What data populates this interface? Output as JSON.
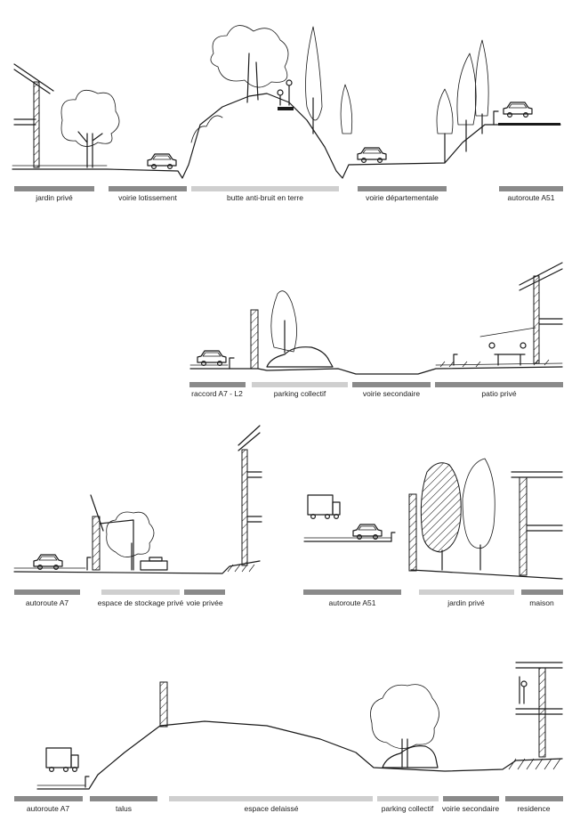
{
  "sections": [
    {
      "id": "section-1",
      "zones": [
        {
          "label": "jardin privé",
          "tone": "dark"
        },
        {
          "label": "voirie lotissement",
          "tone": "dark"
        },
        {
          "label": "butte anti-bruit en terre",
          "tone": "light"
        },
        {
          "label": "voirie départementale",
          "tone": "dark"
        },
        {
          "label": "autoroute A51",
          "tone": "dark"
        }
      ]
    },
    {
      "id": "section-2",
      "zones": [
        {
          "label": "raccord A7 - L2",
          "tone": "dark"
        },
        {
          "label": "parking collectif",
          "tone": "light"
        },
        {
          "label": "voirie secondaire",
          "tone": "dark"
        },
        {
          "label": "patio privé",
          "tone": "dark"
        }
      ]
    },
    {
      "id": "section-3",
      "zones": [
        {
          "label": "autoroute A7",
          "tone": "dark"
        },
        {
          "label": "espace de stockage privé",
          "tone": "light"
        },
        {
          "label": "voie privée",
          "tone": "dark"
        }
      ]
    },
    {
      "id": "section-4",
      "zones": [
        {
          "label": "autoroute A51",
          "tone": "dark"
        },
        {
          "label": "jardin privé",
          "tone": "light"
        },
        {
          "label": "maison",
          "tone": "dark"
        }
      ]
    },
    {
      "id": "section-5",
      "zones": [
        {
          "label": "autoroute A7",
          "tone": "dark"
        },
        {
          "label": "talus",
          "tone": "dark"
        },
        {
          "label": "espace delaissé",
          "tone": "light"
        },
        {
          "label": "parking collectif",
          "tone": "light"
        },
        {
          "label": "voirie secondaire",
          "tone": "dark"
        },
        {
          "label": "residence",
          "tone": "dark"
        }
      ]
    }
  ],
  "colors": {
    "bar_dark": "#8a8a8a",
    "bar_light": "#cfcfcf",
    "ink": "#1a1a1a"
  }
}
